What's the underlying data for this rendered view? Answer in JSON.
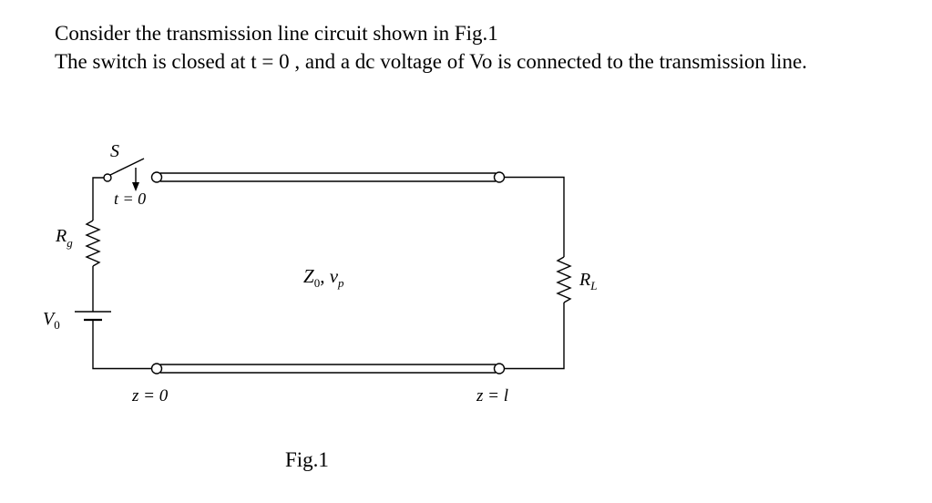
{
  "problem": {
    "line1": "Consider the transmission line circuit shown in Fig.1",
    "line2": "The switch is closed at t = 0  , and a dc voltage of  Vo   is connected to the transmission line."
  },
  "circuit": {
    "switch_label": "S",
    "switch_time": "t = 0",
    "source_resistor": {
      "symbol": "R",
      "subscript": "g"
    },
    "source_voltage": {
      "symbol": "V",
      "subscript": "0"
    },
    "line_params": {
      "z_symbol": "Z",
      "z_subscript": "0",
      "separator": ", ",
      "v_symbol": "v",
      "v_subscript": "p"
    },
    "load_resistor": {
      "symbol": "R",
      "subscript": "L"
    },
    "z_start": "z = 0",
    "z_end": "z = l"
  },
  "caption": "Fig.1"
}
